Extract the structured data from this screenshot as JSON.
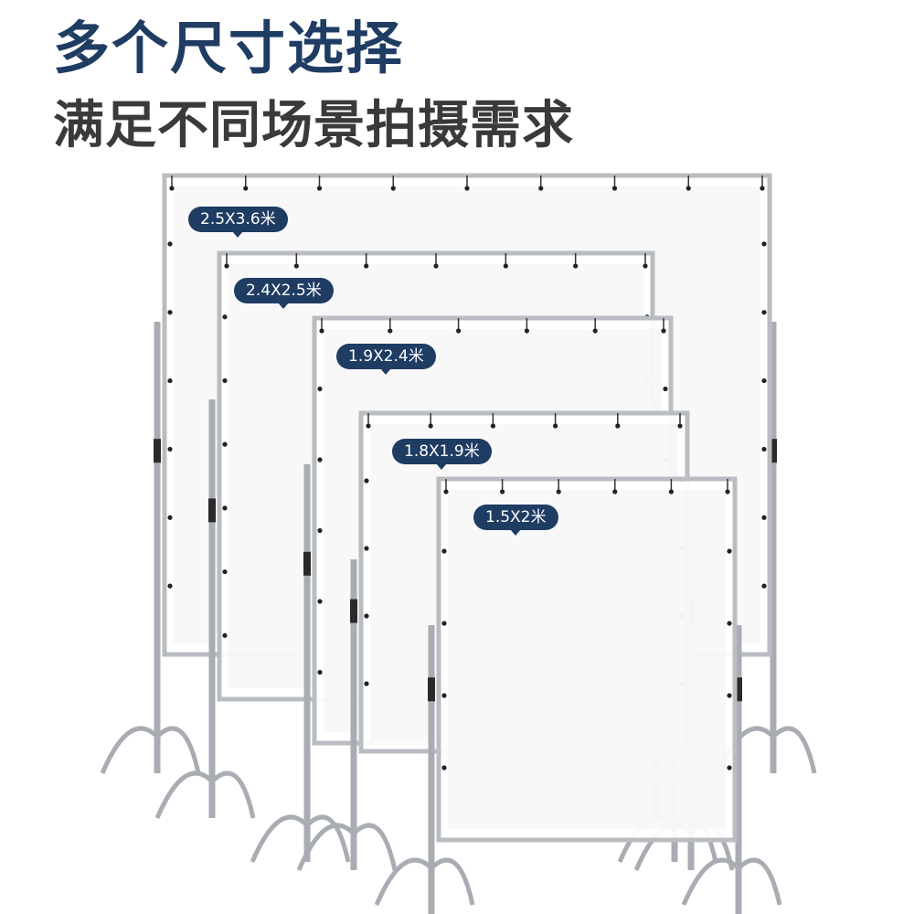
{
  "headline": "多个尺寸选择",
  "subline": "满足不同场景拍摄需求",
  "colors": {
    "accent": "#1f3c63",
    "text_dark": "#3a3a3a",
    "frame_metal": "#b9bcc1"
  },
  "sizes": [
    {
      "label": "2.5X3.6米"
    },
    {
      "label": "2.4X2.5米"
    },
    {
      "label": "1.9X2.4米"
    },
    {
      "label": "1.8X1.9米"
    },
    {
      "label": "1.5X2米"
    }
  ]
}
